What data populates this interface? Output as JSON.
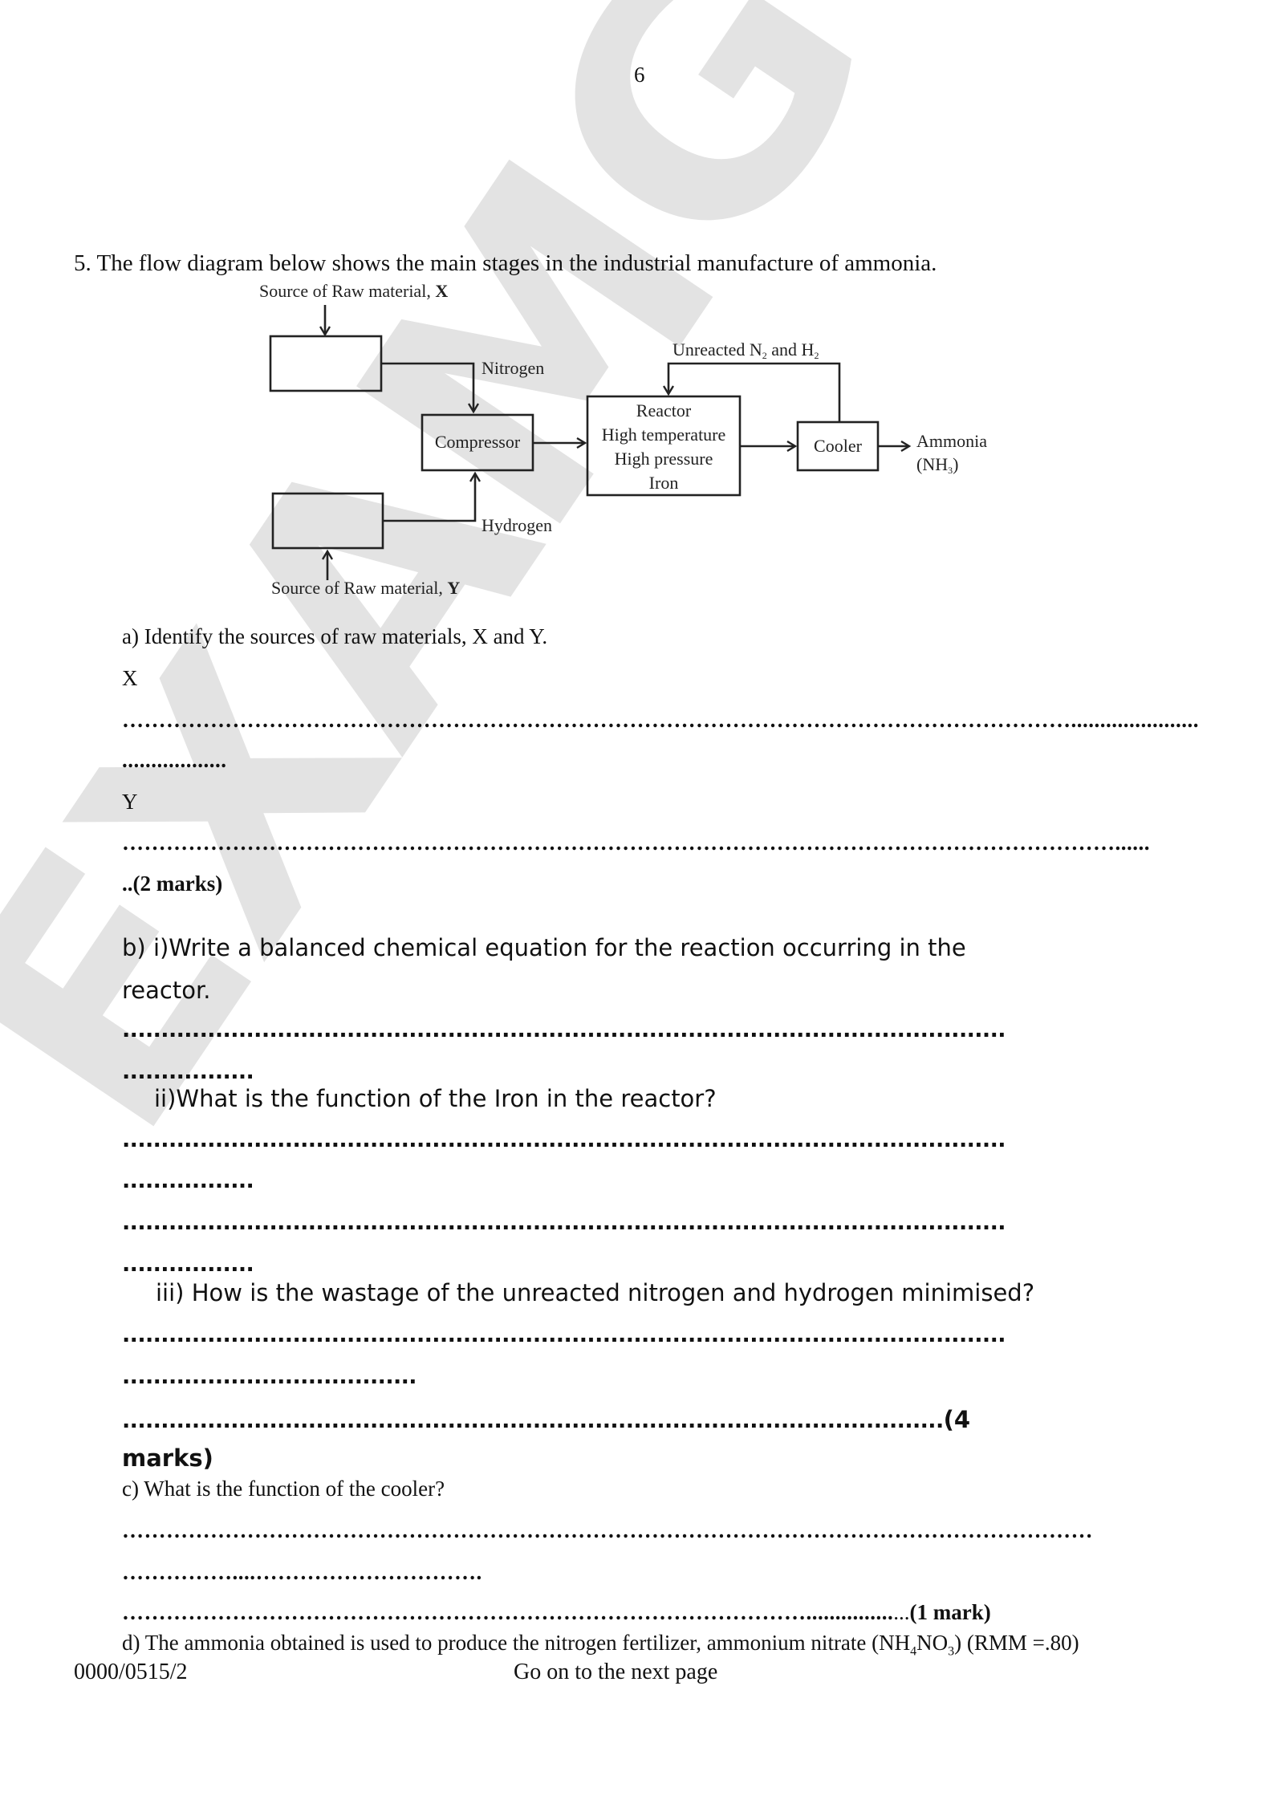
{
  "page": {
    "number": "6",
    "watermark": "EXAMGO",
    "colors": {
      "text": "#111111",
      "watermark": "#e3e3e3",
      "line": "#222222"
    }
  },
  "question": {
    "intro": "5. The flow diagram below shows the main stages in the industrial manufacture of ammonia.",
    "diagram": {
      "source_x_label": "Source of Raw material, ",
      "source_x_letter": "X",
      "source_y_label": "Source of Raw material, ",
      "source_y_letter": "Y",
      "nitrogen_label": "Nitrogen",
      "hydrogen_label": "Hydrogen",
      "compressor_label": "Compressor",
      "reactor_lines": [
        "Reactor",
        "High temperature",
        "High pressure",
        "Iron"
      ],
      "recycle_label_n": "Unreacted N",
      "recycle_sub_n": "2",
      "recycle_label_and": " and H",
      "recycle_sub_h": "2",
      "cooler_label": "Cooler",
      "product_label": "Ammonia",
      "product_formula_open": "(NH",
      "product_formula_sub": "3",
      "product_formula_close": ")"
    },
    "part_a": {
      "prompt": "a)   Identify the sources of raw materials, X and Y.",
      "x_label": "X",
      "x_dots_1": "…………………………………………………………………………………………………………………......................",
      "x_dots_2": "..................",
      "y_label": "Y",
      "y_dots_1": "………………………………………………………………………………………………………………………......",
      "marks": "..(2 marks)"
    },
    "part_b": {
      "q1_line1": "b)   i)Write a balanced chemical equation for the reaction occurring in the",
      "q1_line2": "reactor.",
      "q1_dots_1": "..................................................................................................................",
      "q1_dots_2": ".................",
      "q2": "ii)What is the function of the Iron in the reactor?",
      "q2_dots_1": "..................................................................................................................",
      "q2_dots_2": ".................",
      "q2_dots_3": "..................................................................................................................",
      "q2_dots_4": ".................",
      "q3": "iii) How is the wastage of the unreacted nitrogen and hydrogen minimised?",
      "q3_dots_1": "..................................................................................................................",
      "q3_dots_2": "......................................",
      "q3_dots_3": "..........................................................................................................",
      "marks_open": "(4",
      "marks_close": "marks)"
    },
    "part_c": {
      "prompt": "c)   What is the function of the cooler?",
      "dots_1": "……………………………………………………………………………………………………………………",
      "dots_2": "……………....………………………….",
      "dots_3": "…………………………………………………………………………………...............",
      "dots_3_tail": "...",
      "marks": "(1 mark)"
    },
    "part_d": {
      "prompt_start": "d) The ammonia obtained is used to produce the nitrogen fertilizer, ammonium nitrate (NH",
      "sub_4": "4",
      "prompt_mid": "NO",
      "sub_3": "3",
      "prompt_end": ") (RMM =.80)"
    }
  },
  "footer": {
    "paper_code": "0000/0515/2",
    "next_page": "Go on to the next page"
  }
}
